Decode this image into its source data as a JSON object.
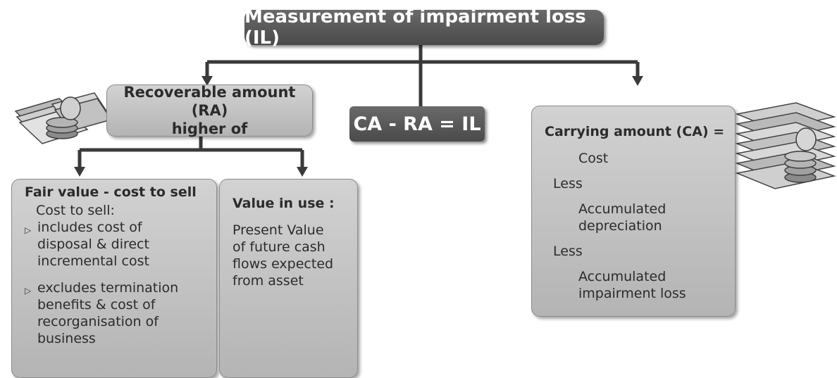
{
  "title": "Measurement of impairment loss (IL)",
  "recoverable_amount": {
    "line1": "Recoverable amount (RA)",
    "line2": "higher of"
  },
  "formula": "CA - RA = IL",
  "carrying_amount": {
    "heading": "Carrying amount (CA) =",
    "items": [
      "Cost",
      "Less",
      "Accumulated",
      "depreciation",
      "Less",
      "Accumulated",
      "impairment loss"
    ]
  },
  "fair_value": {
    "heading": "Fair value - cost to sell",
    "subheading": "Cost to sell:",
    "bullet1": [
      "includes cost of",
      "disposal & direct",
      "incremental cost"
    ],
    "bullet2": [
      "excludes termination",
      "benefits & cost of",
      "recorganisation of",
      "business"
    ]
  },
  "value_in_use": {
    "heading": "Value in use :",
    "lines": [
      "Present Value",
      "of future cash",
      "flows expected",
      "from asset"
    ]
  },
  "icons": [
    "money-stack-coins-icon",
    "money-stack-coins-icon"
  ],
  "colors": {
    "dark_box": "#555555",
    "light_box": "#c4c4c4",
    "connector": "#3a3a3a"
  }
}
